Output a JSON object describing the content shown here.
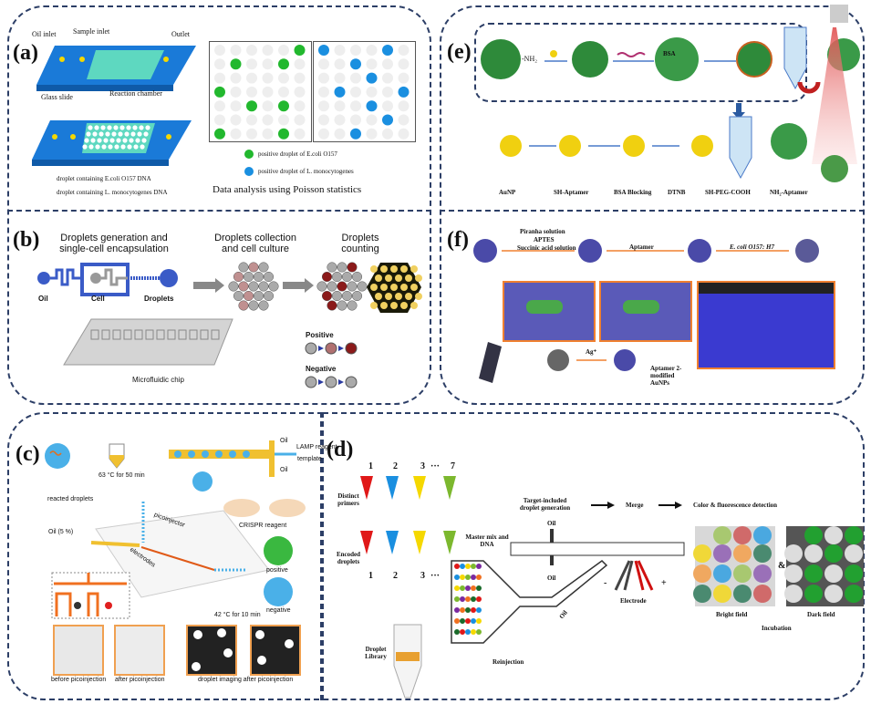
{
  "figure": {
    "panels": {
      "a": {
        "label": "(a)",
        "chip_labels": {
          "oil_inlet": "Oil inlet",
          "sample_inlet": "Sample inlet",
          "outlet": "Outlet",
          "glass_slide": "Glass slide",
          "reaction_chamber": "Reaction chamber"
        },
        "chip_legend": [
          "droplet containing E.coli O157 DNA",
          "droplet containing L. monocytogenes DNA"
        ],
        "grid_legend": [
          {
            "label": "positive droplet of E.coli O157",
            "color": "#22b82e"
          },
          {
            "label": "positive droplet of L. monocytogenes",
            "color": "#1a8fe0"
          }
        ],
        "footer": "Data analysis using Poisson statistics",
        "green_grid_positives": [
          [
            0,
            5
          ],
          [
            1,
            1
          ],
          [
            1,
            4
          ],
          [
            3,
            0
          ],
          [
            4,
            2
          ],
          [
            4,
            4
          ],
          [
            6,
            0
          ],
          [
            6,
            4
          ]
        ],
        "blue_grid_positives": [
          [
            0,
            0
          ],
          [
            0,
            4
          ],
          [
            1,
            2
          ],
          [
            2,
            3
          ],
          [
            3,
            1
          ],
          [
            3,
            5
          ],
          [
            4,
            3
          ],
          [
            5,
            4
          ],
          [
            6,
            2
          ]
        ]
      },
      "b": {
        "label": "(b)",
        "steps": [
          "Droplets generation and single-cell encapsulation",
          "Droplets collection and cell culture",
          "Droplets counting"
        ],
        "chip_labels": {
          "oil": "Oil",
          "cell": "Cell",
          "droplets": "Droplets"
        },
        "chip_caption": "Microfluidic chip",
        "legend": {
          "positive": "Positive",
          "negative": "Negative"
        },
        "positive_color": "#8b1a1a",
        "accent": "#3a5bc7"
      },
      "c": {
        "label": "(c)",
        "labels": {
          "lamp_reagent": "LAMP reagent",
          "template": "template",
          "oil_top": "Oil",
          "oil_bottom": "Oil",
          "incubation_1": "63 °C for 50 min",
          "reacted_droplets": "reacted droplets",
          "picoinjector": "picoinjector",
          "crispr_reagent": "CRISPR reagent",
          "oil_5": "Oil (5 %)",
          "electrodes": "electrodes",
          "positive": "positive",
          "negative": "negative",
          "incubation_2": "42 °C for 10 min",
          "before": "before picoinjection",
          "after": "after picoinjection",
          "imaging": "droplet imaging after picoinjection"
        },
        "channel_color": "#f07020",
        "droplet_color": "#4ab0e8"
      },
      "d": {
        "label": "(d)",
        "tube_numbers": [
          "1",
          "2",
          "3",
          "···",
          "7"
        ],
        "tube_colors": [
          "#e01818",
          "#1a8fe0",
          "#f5d800",
          "#7cb82e"
        ],
        "labels": {
          "distinct_primers": "Distinct primers",
          "encoded_droplets": "Encoded droplets",
          "droplet_library": "Droplet Library",
          "target_generation": "Target-included droplet generation",
          "merge": "Merge",
          "detection": "Color & fluorescence detection",
          "master_mix": "Master mix and DNA",
          "oil_top": "Oil",
          "oil_bottom": "Oil",
          "oil_side": "Oil",
          "reinjection": "Reinjection",
          "electrode": "Electrode",
          "minus": "-",
          "plus": "+",
          "bright_field": "Bright field",
          "dark_field": "Dark field",
          "amp": "&",
          "incubation": "Incubation"
        },
        "bright_field_colors": [
          "#a8c870",
          "#d06a6a",
          "#4aa8e0",
          "#f0d838",
          "#9a70b8",
          "#f0a860",
          "#4a8a70",
          "#f0a860",
          "#4aa8e0",
          "#a8c870",
          "#9a70b8",
          "#4a8a70",
          "#f0d838",
          "#4a8a70",
          "#d06a6a"
        ]
      },
      "e": {
        "label": "(e)",
        "nh2": "-NH₂",
        "bsa": "BSA",
        "legend": [
          "AuNP",
          "SH-Aptamer",
          "BSA Blocking",
          "DTNB",
          "SH-PEG-COOH",
          "NH₂-Aptamer"
        ],
        "bead_color": "#2e8a3a",
        "gold_color": "#f0d010"
      },
      "f": {
        "label": "(f)",
        "step1": [
          "Piranha solution",
          "APTES",
          "Succinic acid solution"
        ],
        "step2": "Aptamer",
        "step3": "E. coli O157: H7",
        "step4": "Aptamer 2-modified AuNPs",
        "step5": "Ag⁺",
        "bead_color": "#4a4aa8",
        "arrow_color": "#f08030"
      }
    }
  }
}
